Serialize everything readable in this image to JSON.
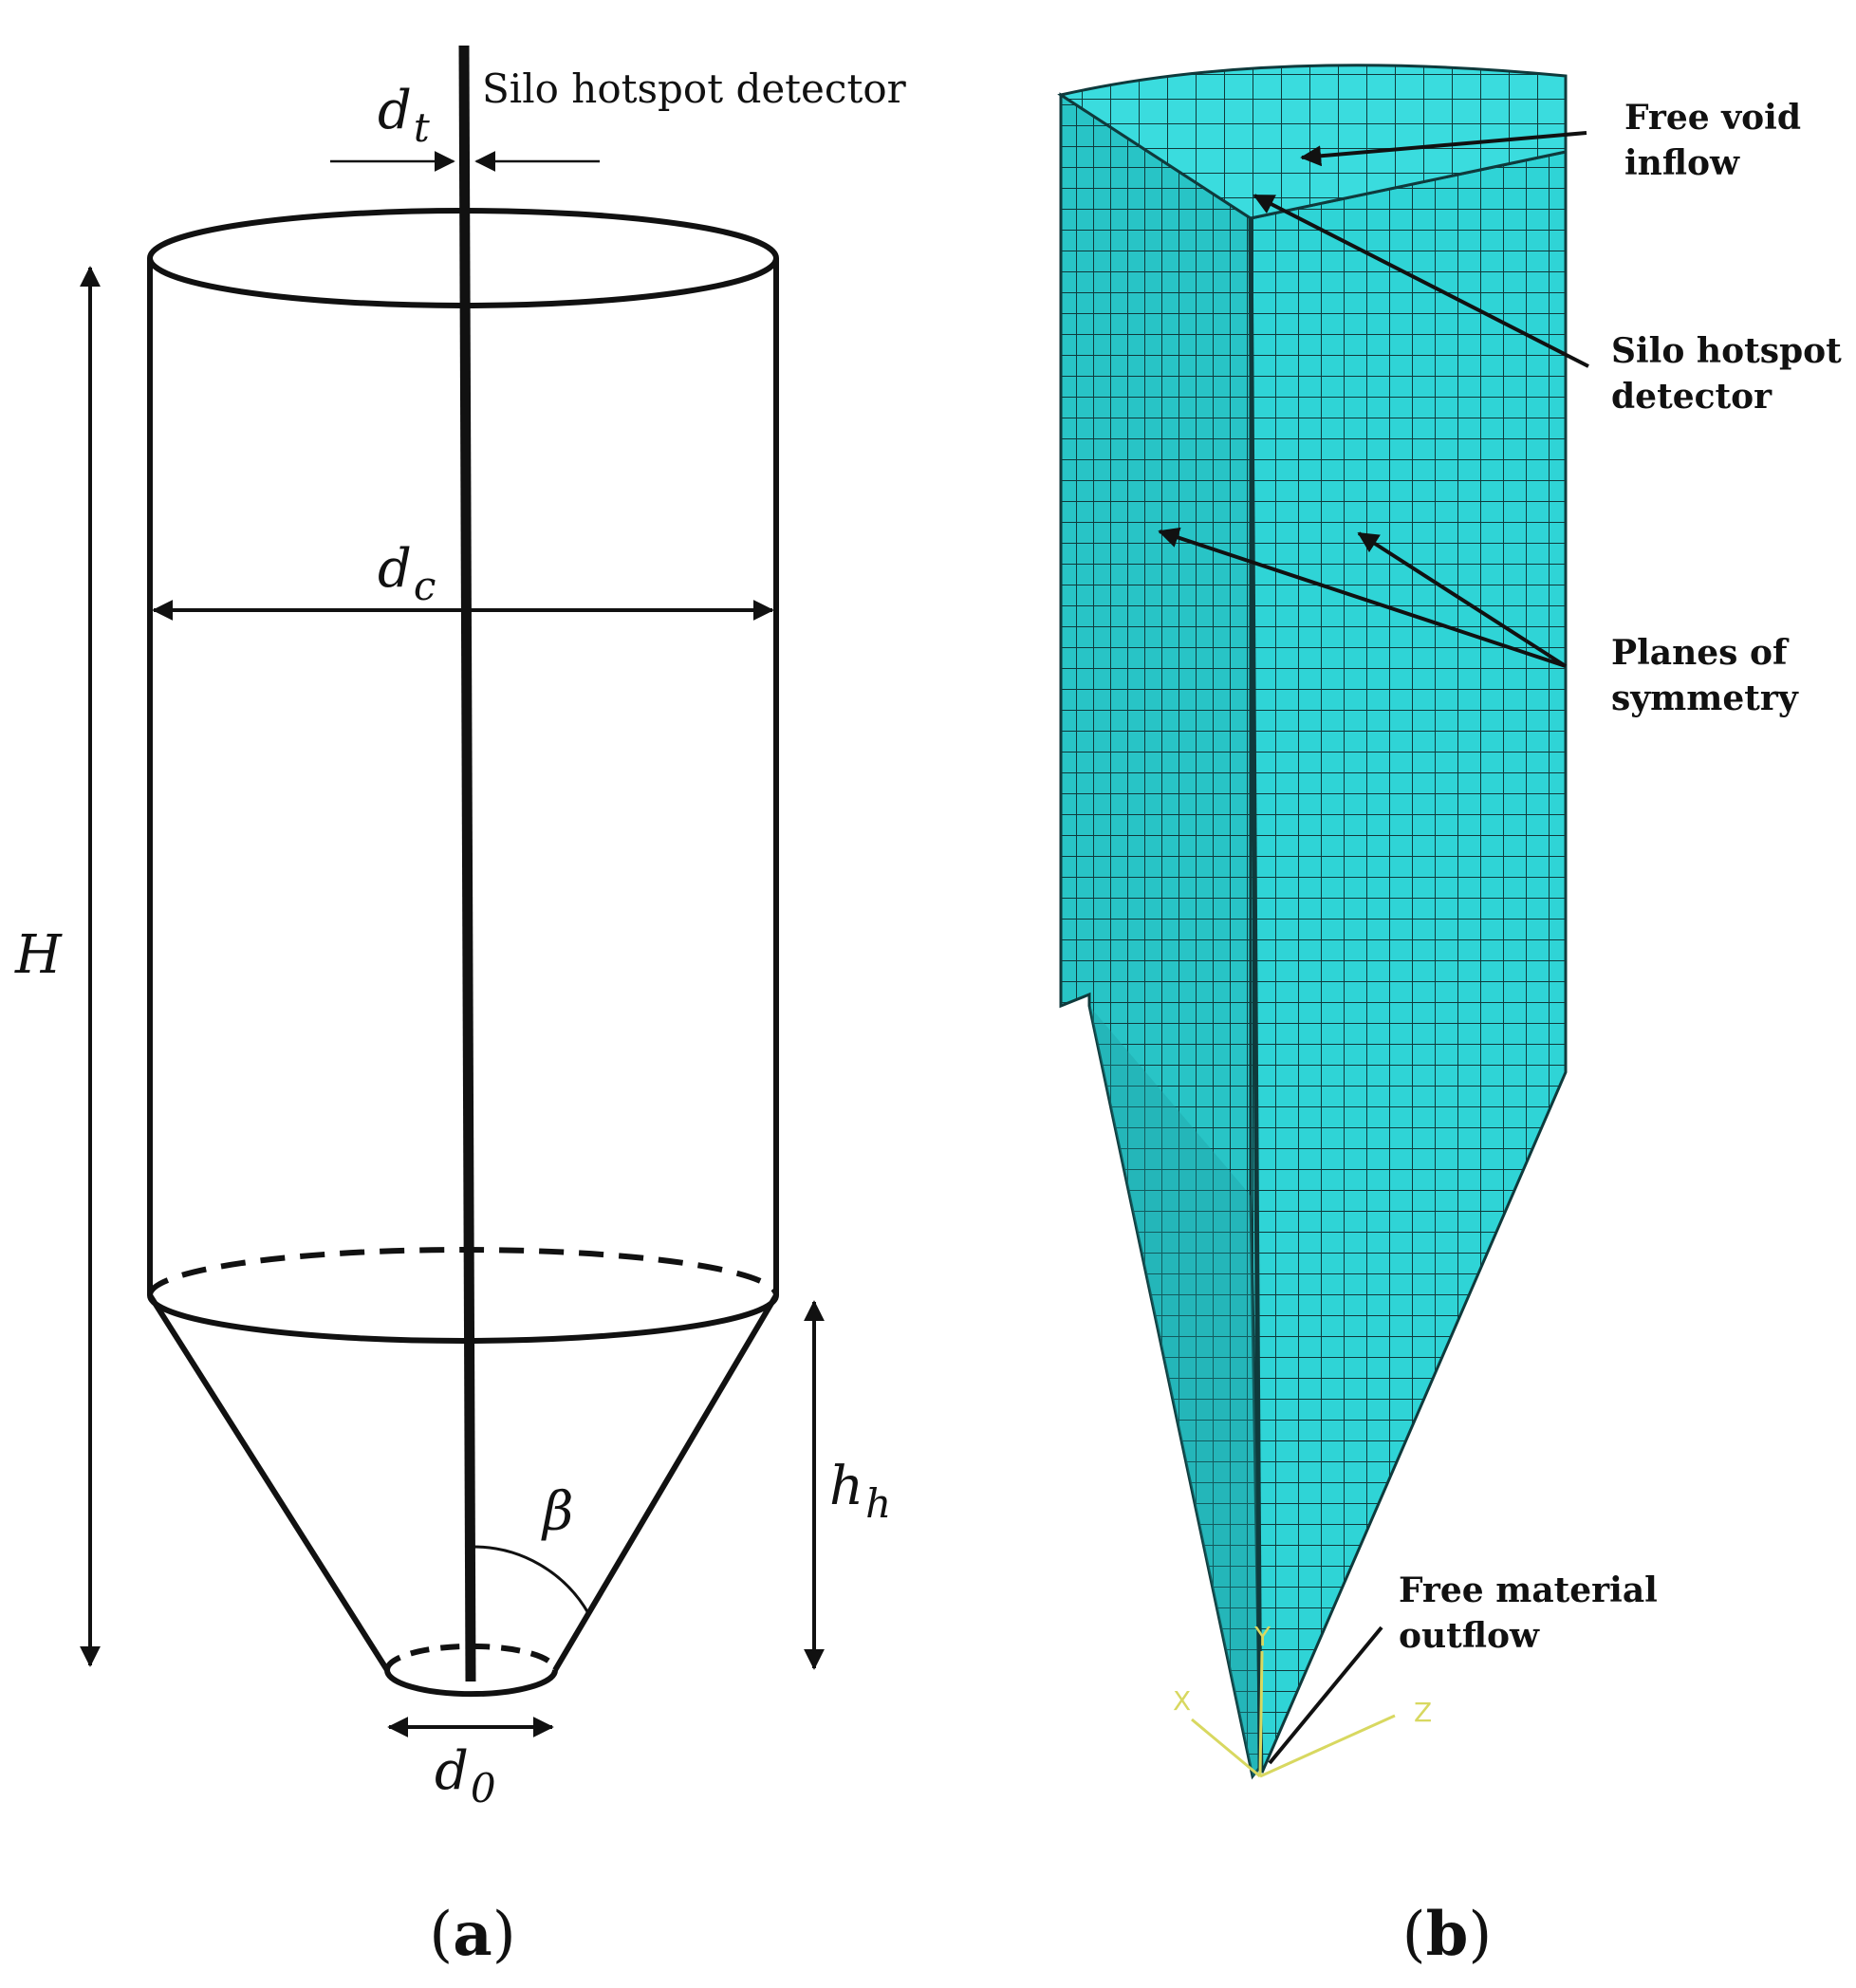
{
  "panel_a": {
    "caption": "(a)",
    "detector_label": "Silo hotspot detector",
    "symbols": {
      "d_t": {
        "main": "d",
        "sub": "t"
      },
      "d_c": {
        "main": "d",
        "sub": "c"
      },
      "H": {
        "main": "H",
        "sub": ""
      },
      "h_h": {
        "main": "h",
        "sub": "h"
      },
      "beta": {
        "main": "β",
        "sub": ""
      },
      "d_0": {
        "main": "d",
        "sub": "0"
      }
    }
  },
  "panel_b": {
    "caption": "(b)",
    "labels": {
      "free_void_1": "Free void",
      "free_void_2": "inflow",
      "detector_1": "Silo hotspot",
      "detector_2": "detector",
      "planes_1": "Planes of",
      "planes_2": "symmetry",
      "outflow_1": "Free material",
      "outflow_2": "outflow"
    },
    "axes": {
      "x": "X",
      "y": "Y",
      "z": "Z"
    },
    "colors": {
      "mesh_fill": "#2fd4d6",
      "mesh_dark": "#24b6b8",
      "mesh_line": "#0f3a3c",
      "axis": "#d8d860"
    }
  }
}
